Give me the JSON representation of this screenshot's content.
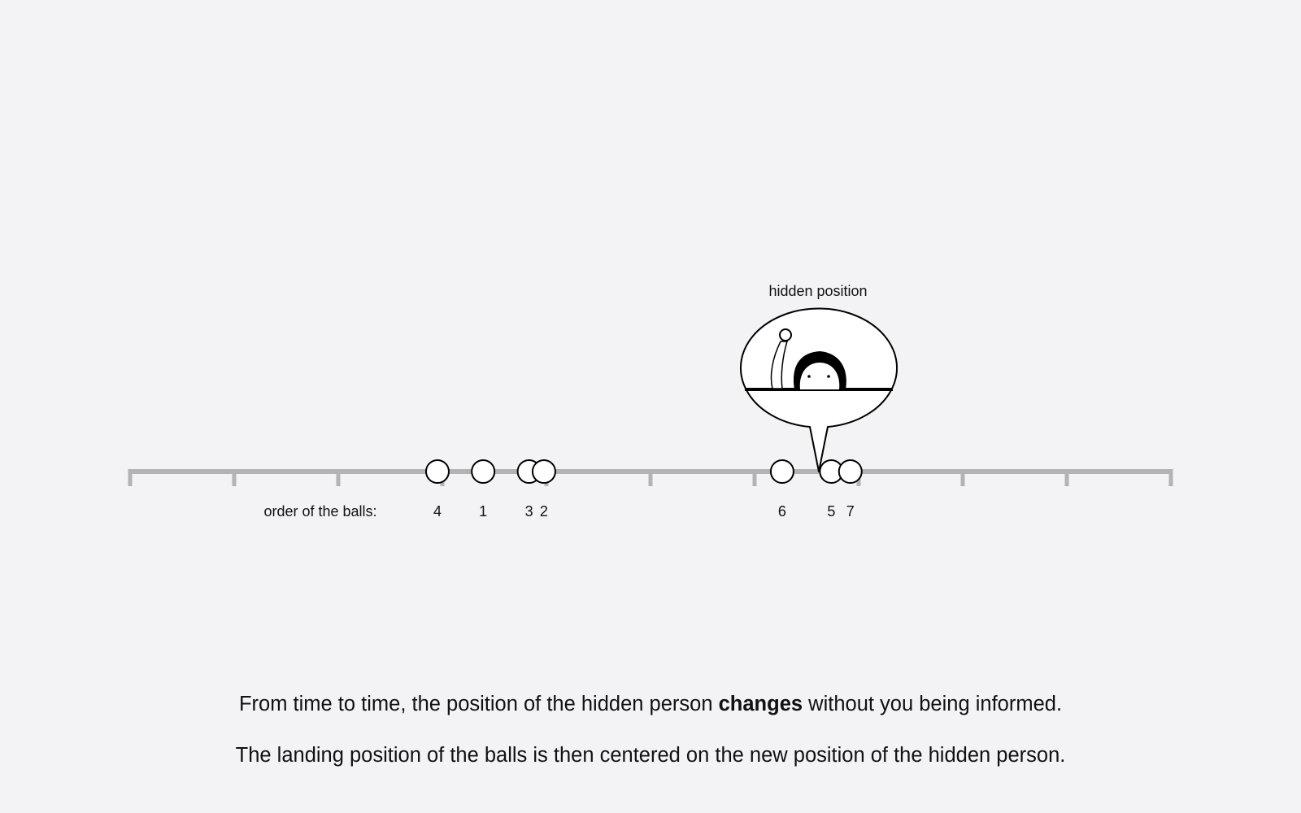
{
  "diagram": {
    "tick_count": 11,
    "hidden_position_label": "hidden position",
    "order_label": "order of the balls:",
    "hidden_position": 0.6625,
    "balls": [
      {
        "order": "4",
        "pos": 0.2953
      },
      {
        "order": "1",
        "pos": 0.3392
      },
      {
        "order": "3",
        "pos": 0.3833
      },
      {
        "order": "2",
        "pos": 0.3976
      },
      {
        "order": "6",
        "pos": 0.6265
      },
      {
        "order": "5",
        "pos": 0.6737
      },
      {
        "order": "7",
        "pos": 0.692
      }
    ],
    "colors": {
      "line": "#b3b3b3",
      "ball_fill": "#ffffff",
      "ball_stroke": "#000000",
      "background": "#f3f2f5"
    }
  },
  "instructions": {
    "line1_before": "From time to time, the position of the hidden person",
    "line1_bold": "changes",
    "line1_after": "without you being informed.",
    "line2": "The landing position of the balls is then centered on the new position of the hidden person."
  }
}
